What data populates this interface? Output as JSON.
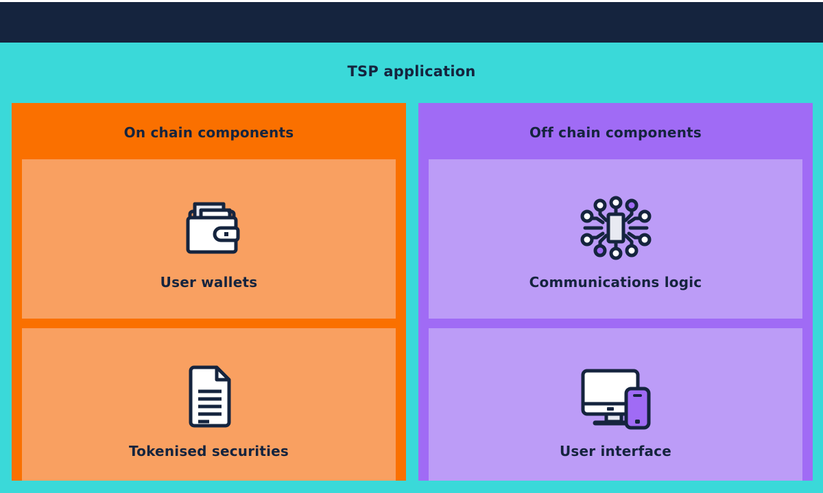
{
  "window": {
    "header_bar_color": "#15243E",
    "canvas_color": "#3AD9D9"
  },
  "diagram": {
    "title": "TSP application",
    "panels": [
      {
        "key": "on-chain",
        "title": "On chain components",
        "color": "#FA7000",
        "card_color": "#F9A061",
        "cards": [
          {
            "key": "user-wallets",
            "label": "User wallets",
            "icon": "wallet-icon"
          },
          {
            "key": "tokenised-securities",
            "label": "Tokenised securities",
            "icon": "document-icon"
          }
        ]
      },
      {
        "key": "off-chain",
        "title": "Off chain components",
        "color": "#A06BF5",
        "card_color": "#BC9CF7",
        "cards": [
          {
            "key": "communications-logic",
            "label": "Communications logic",
            "icon": "chip-network-icon"
          },
          {
            "key": "user-interface",
            "label": "User interface",
            "icon": "devices-icon"
          }
        ]
      }
    ]
  },
  "colors": {
    "stroke": "#15243E",
    "icon_fill_white": "#FFFFFF",
    "icon_fill_light": "#E8EAF2",
    "accent_purple": "#A06BF5"
  }
}
